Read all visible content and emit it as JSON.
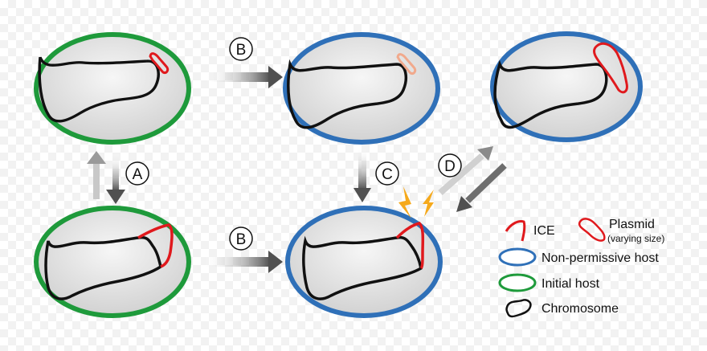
{
  "colors": {
    "initial_host": "#1e9a3b",
    "non_permissive_host": "#2f70b8",
    "chromosome": "#111111",
    "ice": "#e0191d",
    "plasmid": "#e0191d",
    "plasmid_faded": "#f1a98c",
    "spark": "#f5a91c",
    "cell_fill": "#e4e4e4"
  },
  "steps": {
    "a": "A",
    "b1": "B",
    "b2": "B",
    "c": "C",
    "d": "D"
  },
  "legend": {
    "ice": "ICE",
    "plasmid": "Plasmid",
    "plasmid_note": "(varying size)",
    "non_permissive_host": "Non-permissive host",
    "initial_host": "Initial host",
    "chromosome": "Chromosome"
  }
}
